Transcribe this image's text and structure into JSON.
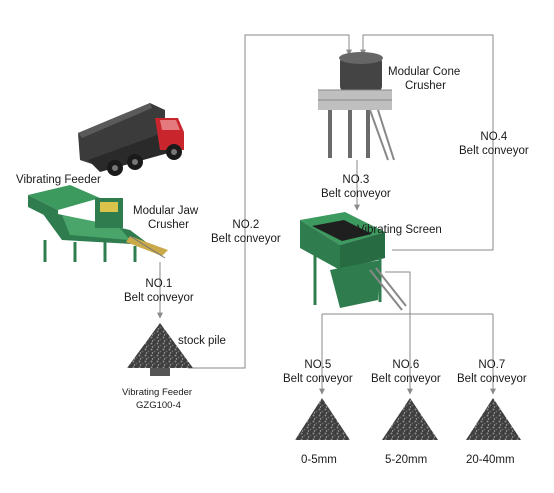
{
  "equipment": {
    "vibrating_feeder": "Vibrating Feeder",
    "jaw_crusher_line1": "Modular Jaw",
    "jaw_crusher_line2": "Crusher",
    "cone_crusher_line1": "Modular Cone",
    "cone_crusher_line2": "Crusher",
    "vibrating_screen": "Vibrating Screen",
    "stock_pile": "stock pile",
    "feeder_bottom_line1": "Vibrating Feeder",
    "feeder_bottom_line2": "GZG100-4"
  },
  "conveyors": {
    "no1": [
      "NO.1",
      "Belt conveyor"
    ],
    "no2": [
      "NO.2",
      "Belt conveyor"
    ],
    "no3": [
      "NO.3",
      "Belt conveyor"
    ],
    "no4": [
      "NO.4",
      "Belt conveyor"
    ],
    "no5": [
      "NO.5",
      "Belt conveyor"
    ],
    "no6": [
      "NO.6",
      "Belt conveyor"
    ],
    "no7": [
      "NO.7",
      "Belt conveyor"
    ]
  },
  "products": [
    "0-5mm",
    "5-20mm",
    "20-40mm"
  ],
  "colors": {
    "line": "#8a8a8a",
    "equipment_green": "#2f7d4f",
    "truck_red": "#c8262c",
    "stone": "#4a4a4a"
  }
}
